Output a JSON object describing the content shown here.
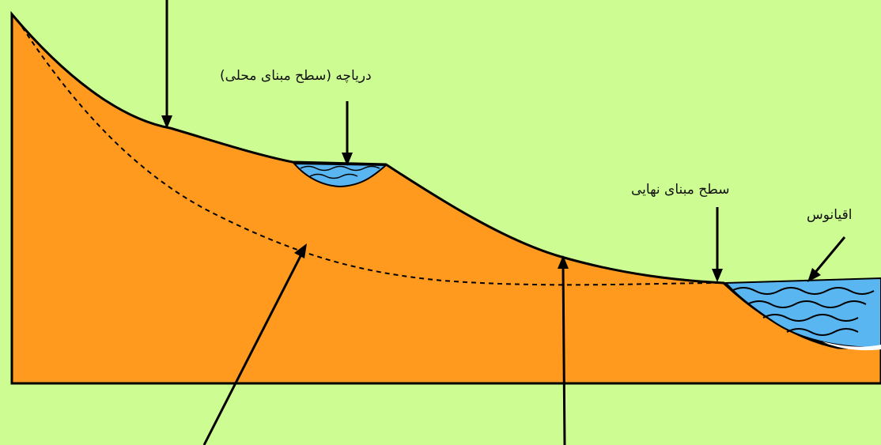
{
  "labels": {
    "lake": "دریاچه (سطح مبنای محلی)",
    "ultimate_base_level": "سطح مبنای نهایی",
    "ocean": "اقیانوس"
  },
  "colors": {
    "background": "#cdfd92",
    "land": "#ff9a1f",
    "water": "#5ab6f0",
    "line": "#000000"
  }
}
